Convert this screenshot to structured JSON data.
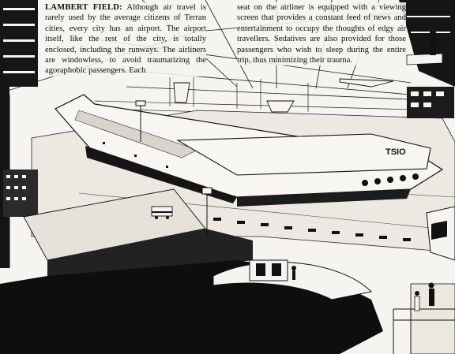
{
  "caption": {
    "heading": "LAMBERT FIELD:",
    "left_body": "Although air travel is rarely used by the average citizens of Terran cities, every city has an airport. The airport itself, like the rest of the city, is totally enclosed, including the runways. The airliners are windowless, to avoid traumatizing the agoraphobic passengers. Each",
    "right_body": "seat on the airliner is equipped with a viewing screen that provides a constant feed of news and entertainment to occupy the thoughts of edgy air travellers. Sedatives are also provided for those passengers who wish to sleep during the entire trip, thus minimizing their trauma."
  },
  "artwork": {
    "subject": "enclosed airport hangar with windowless airliners",
    "aircraft_marking": "TSIO",
    "colors": {
      "ink": "#111111",
      "paper": "#f6f4f0",
      "shade": "#2a2a2a"
    }
  }
}
